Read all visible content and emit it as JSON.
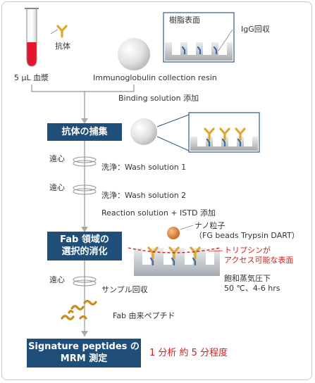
{
  "colors": {
    "step_box": "#1f4e79",
    "flow_line": "#a9a9a9",
    "antibody": "#e2a52d",
    "peptide": "#c98d1b",
    "plasma": "#e3162d",
    "trypsin_bead": "#d4782a",
    "accent_red": "#cc2222"
  },
  "top": {
    "antibody_label": "抗体",
    "plasma_label": "5 μL 血漿",
    "resin_label": "Immunoglobulin collection resin",
    "resin_surface_label": "樹脂表面",
    "igg_label": "IgG回収"
  },
  "flow": {
    "binding": "Binding solution 添加",
    "step1": "抗体の捕集",
    "centrifuge_1": "遠心",
    "wash_1": "洗浄：Wash solution 1",
    "centrifuge_2": "遠心",
    "wash_2": "洗浄：Wash solution 2",
    "reaction": "Reaction solution + ISTD 添加",
    "step2_line1": "Fab 領域の",
    "step2_line2": "選択的消化",
    "nano_line1": "ナノ粒子",
    "nano_line2": "（FG beads Trypsin DART）",
    "trypsin_line1": "トリプシンが",
    "trypsin_line2": "アクセス可能な表面",
    "vapor_line1": "飽和蒸気圧下",
    "vapor_line2": "50 ℃、4-6 hrs",
    "centrifuge_3": "遠心",
    "sample": "サンプル回収",
    "fab_peptide": "Fab 由来ペプチド",
    "step3_line1": "Signature peptides の",
    "step3_line2": "MRM 測定",
    "time": "1 分析 約 5 分程度"
  }
}
